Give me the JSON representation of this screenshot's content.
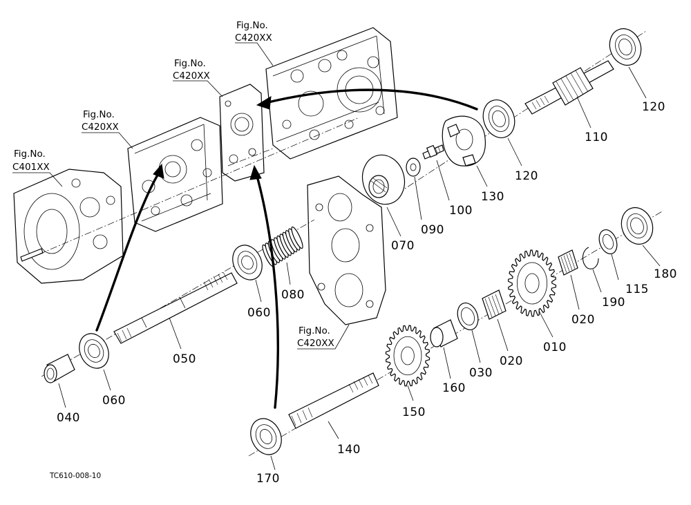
{
  "figure_refs": [
    {
      "id": "c420-top",
      "line1": "Fig.No.",
      "line2": "C420XX"
    },
    {
      "id": "c420-mid",
      "line1": "Fig.No.",
      "line2": "C420XX"
    },
    {
      "id": "c420-left",
      "line1": "Fig.No.",
      "line2": "C420XX"
    },
    {
      "id": "c401",
      "line1": "Fig.No.",
      "line2": "C401XX"
    },
    {
      "id": "c420-bottom",
      "line1": "Fig.No.",
      "line2": "C420XX"
    }
  ],
  "parts": [
    {
      "id": "p120a",
      "label": "120",
      "name": "bearing"
    },
    {
      "id": "p110",
      "label": "110",
      "name": "gear-shaft"
    },
    {
      "id": "p120b",
      "label": "120",
      "name": "bearing"
    },
    {
      "id": "p130",
      "label": "130",
      "name": "plate"
    },
    {
      "id": "p100",
      "label": "100",
      "name": "bolt"
    },
    {
      "id": "p090",
      "label": "090",
      "name": "washer"
    },
    {
      "id": "p070",
      "label": "070",
      "name": "flange"
    },
    {
      "id": "p080",
      "label": "080",
      "name": "spring"
    },
    {
      "id": "p060a",
      "label": "060",
      "name": "bearing"
    },
    {
      "id": "p050",
      "label": "050",
      "name": "shaft"
    },
    {
      "id": "p060b",
      "label": "060",
      "name": "bearing"
    },
    {
      "id": "p040",
      "label": "040",
      "name": "collar"
    },
    {
      "id": "p180",
      "label": "180",
      "name": "bearing"
    },
    {
      "id": "p115",
      "label": "115",
      "name": "collar"
    },
    {
      "id": "p190",
      "label": "190",
      "name": "circlip"
    },
    {
      "id": "p020a",
      "label": "020",
      "name": "needle-bearing"
    },
    {
      "id": "p010",
      "label": "010",
      "name": "gear"
    },
    {
      "id": "p020b",
      "label": "020",
      "name": "needle-bearing"
    },
    {
      "id": "p030",
      "label": "030",
      "name": "collar"
    },
    {
      "id": "p160",
      "label": "160",
      "name": "collar"
    },
    {
      "id": "p150",
      "label": "150",
      "name": "gear"
    },
    {
      "id": "p140",
      "label": "140",
      "name": "shaft"
    },
    {
      "id": "p170",
      "label": "170",
      "name": "bearing"
    }
  ],
  "drawing_code": "TC610-008-10"
}
